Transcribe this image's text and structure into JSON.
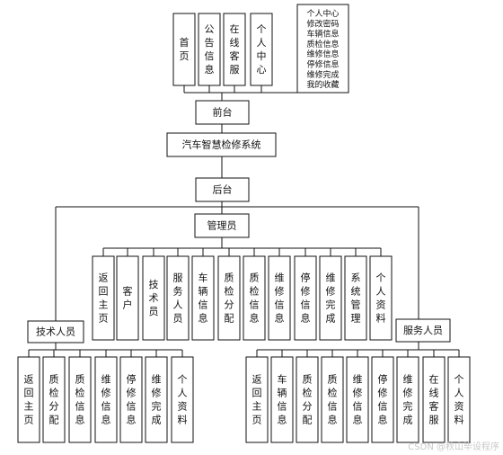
{
  "top_nodes": [
    "首页",
    "公告信息",
    "在线客服",
    "个人中心"
  ],
  "personal_center_items": [
    "个人中心",
    "修改密码",
    "车辆信息",
    "质检信息",
    "维修信息",
    "停修信息",
    "维修完成",
    "我的收藏"
  ],
  "frontend": "前台",
  "system": "汽车智慧检修系统",
  "backend": "后台",
  "admin": "管理员",
  "admin_items": [
    "返回主页",
    "客户",
    "技术员",
    "服务人员",
    "车辆信息",
    "质检分配",
    "质检信息",
    "维修信息",
    "停修信息",
    "维修完成",
    "系统管理",
    "个人资料"
  ],
  "technician": "技术人员",
  "technician_items": [
    "返回主页",
    "质检分配",
    "质检信息",
    "维修信息",
    "停修信息",
    "维修完成",
    "个人资料"
  ],
  "service_staff": "服务人员",
  "service_items": [
    "返回主页",
    "车辆信息",
    "质检分配",
    "质检信息",
    "维修信息",
    "停修信息",
    "维修完成",
    "在线客服",
    "个人资料"
  ],
  "watermark": "CSDN @秋山毕设程序"
}
